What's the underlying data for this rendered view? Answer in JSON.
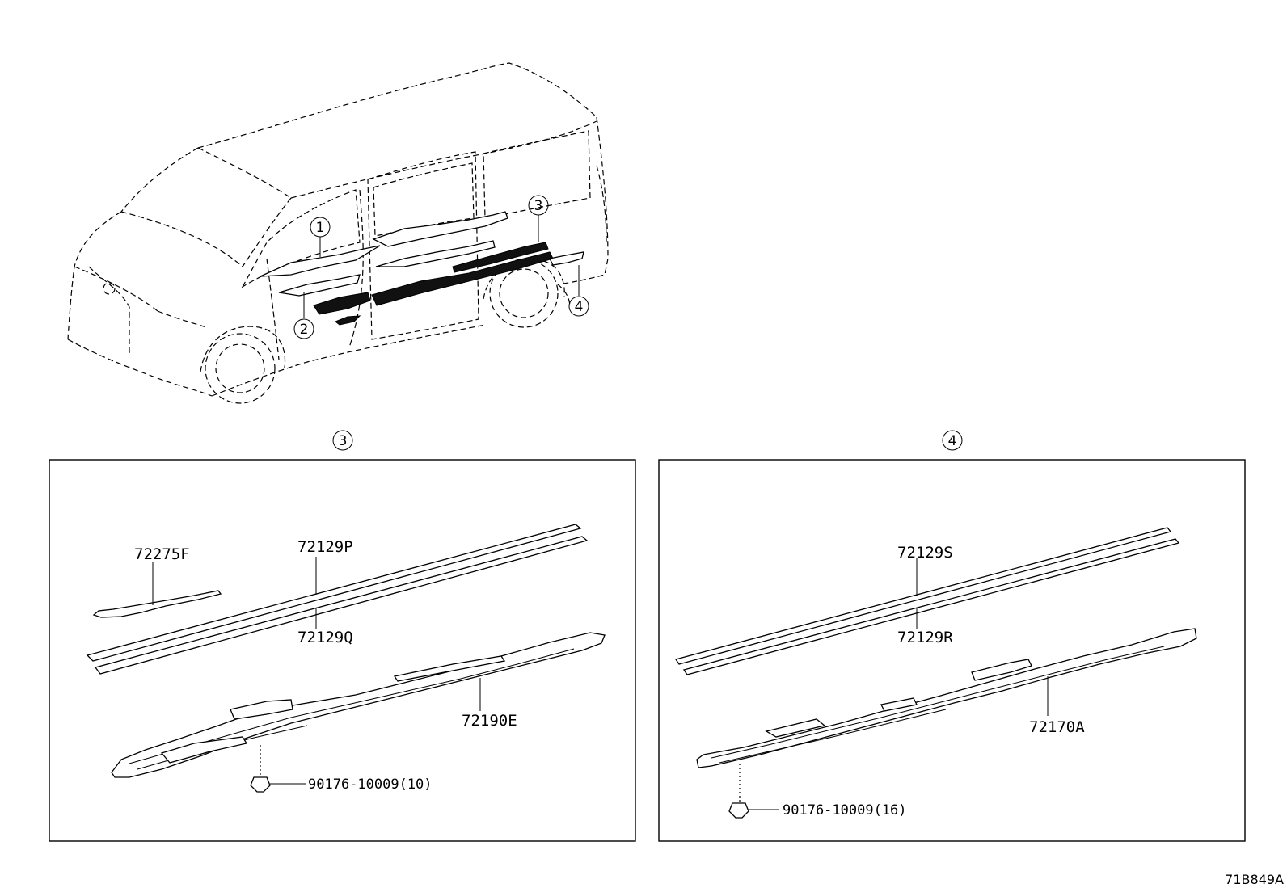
{
  "callouts": {
    "c1": "1",
    "c2": "2",
    "c3": "3",
    "c4": "4"
  },
  "panel_left": {
    "heading": "3",
    "labels": {
      "p72275F": "72275F",
      "p72129P": "72129P",
      "p72129Q": "72129Q",
      "p72190E": "72190E",
      "clip": "90176-10009(10)"
    }
  },
  "panel_right": {
    "heading": "4",
    "labels": {
      "p72129S": "72129S",
      "p72129R": "72129R",
      "p72170A": "72170A",
      "clip": "90176-10009(16)"
    }
  },
  "figure_ref": "71B849A"
}
